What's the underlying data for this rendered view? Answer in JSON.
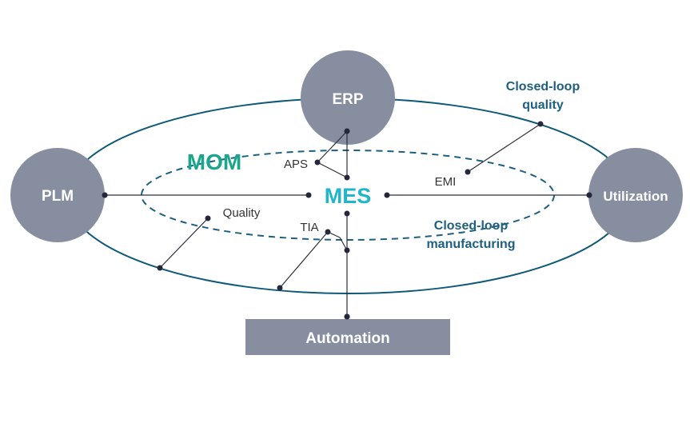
{
  "diagram": {
    "nodes": {
      "plm": "PLM",
      "erp": "ERP",
      "utilization": "Utilization",
      "automation": "Automation"
    },
    "mom": "MOM",
    "mes": "MES",
    "labels": {
      "aps": "APS",
      "emi": "EMI",
      "quality": "Quality",
      "tia": "TIA"
    },
    "annotations": {
      "closed_loop_quality_line1": "Closed-loop",
      "closed_loop_quality_line2": "quality",
      "closed_loop_manufacturing_line1": "Closed-loop",
      "closed_loop_manufacturing_line2": "manufacturing"
    },
    "colors": {
      "node_fill": "#878ea0",
      "outer_ellipse": "#0f5a78",
      "inner_ellipse": "#1d5f80",
      "mom": "#1aa58c",
      "mes": "#1fb6cc",
      "annotation": "#1d5f80",
      "connector": "#2b2f3f",
      "dot": "#24283a"
    }
  }
}
